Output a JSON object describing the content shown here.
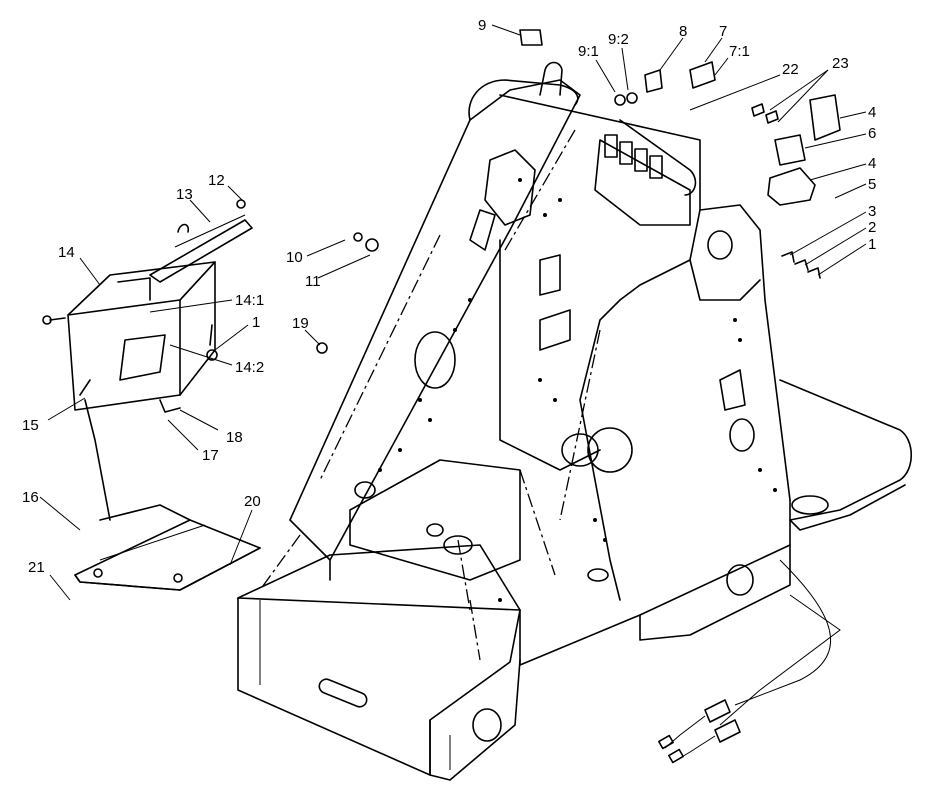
{
  "diagram": {
    "callouts": [
      {
        "id": "c9",
        "text": "9"
      },
      {
        "id": "c9_1",
        "text": "9:1"
      },
      {
        "id": "c9_2",
        "text": "9:2"
      },
      {
        "id": "c8",
        "text": "8"
      },
      {
        "id": "c7",
        "text": "7"
      },
      {
        "id": "c7_1",
        "text": "7:1"
      },
      {
        "id": "c22",
        "text": "22"
      },
      {
        "id": "c23",
        "text": "23"
      },
      {
        "id": "c4a",
        "text": "4"
      },
      {
        "id": "c6",
        "text": "6"
      },
      {
        "id": "c4b",
        "text": "4"
      },
      {
        "id": "c5",
        "text": "5"
      },
      {
        "id": "c3",
        "text": "3"
      },
      {
        "id": "c2",
        "text": "2"
      },
      {
        "id": "c1a",
        "text": "1"
      },
      {
        "id": "c12",
        "text": "12"
      },
      {
        "id": "c13",
        "text": "13"
      },
      {
        "id": "c14",
        "text": "14"
      },
      {
        "id": "c14_1",
        "text": "14:1"
      },
      {
        "id": "c1b",
        "text": "1"
      },
      {
        "id": "c14_2",
        "text": "14:2"
      },
      {
        "id": "c10",
        "text": "10"
      },
      {
        "id": "c11",
        "text": "11"
      },
      {
        "id": "c19",
        "text": "19"
      },
      {
        "id": "c15",
        "text": "15"
      },
      {
        "id": "c18",
        "text": "18"
      },
      {
        "id": "c17",
        "text": "17"
      },
      {
        "id": "c16",
        "text": "16"
      },
      {
        "id": "c20",
        "text": "20"
      },
      {
        "id": "c21",
        "text": "21"
      }
    ]
  }
}
